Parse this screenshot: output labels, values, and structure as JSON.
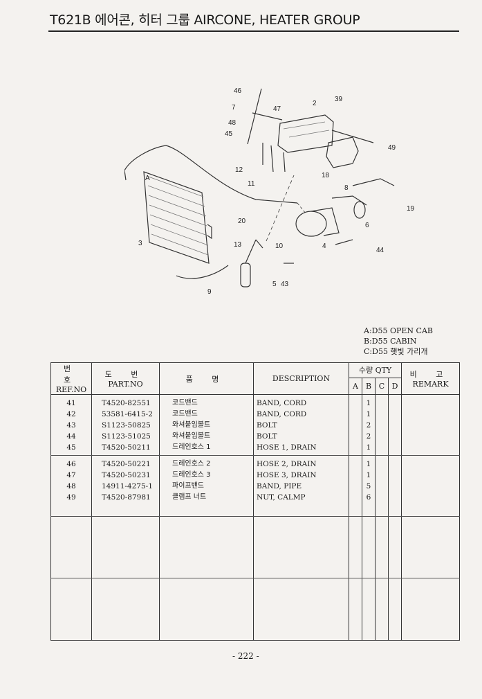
{
  "header": {
    "title": "T621B 에어콘, 히터 그룹 AIRCONE, HEATER GROUP"
  },
  "diagram": {
    "callouts": [
      "46",
      "7",
      "47",
      "48",
      "45",
      "2",
      "39",
      "49",
      "12",
      "18",
      "11",
      "8",
      "19",
      "6",
      "20",
      "3",
      "13",
      "10",
      "4",
      "44",
      "5",
      "43",
      "9",
      "A"
    ]
  },
  "legend": {
    "lines": [
      "A:D55 OPEN CAB",
      "B:D55 CABIN",
      "C:D55 햇빛 가리개"
    ]
  },
  "table": {
    "headers": {
      "ref_ko": "번 호",
      "ref_en": "REF.NO",
      "part_ko": "도 번",
      "part_en": "PART.NO",
      "name_ko": "품 명",
      "desc": "DESCRIPTION",
      "qty": "수량 QTY",
      "qty_cols": [
        "A",
        "B",
        "C",
        "D"
      ],
      "remark_ko": "비 고",
      "remark_en": "REMARK"
    },
    "group1": {
      "ref": [
        "41",
        "42",
        "43",
        "44",
        "45"
      ],
      "part": [
        "T4520-82551",
        "53581-6415-2",
        "S1123-50825",
        "S1123-51025",
        "T4520-50211"
      ],
      "name_ko": [
        "코드밴드",
        "코드밴드",
        "와셔붙임볼트",
        "와셔붙임볼트",
        "드레인호스 1"
      ],
      "desc": [
        "BAND, CORD",
        "BAND, CORD",
        "BOLT",
        "BOLT",
        "HOSE 1, DRAIN"
      ],
      "qty_b": [
        "1",
        "1",
        "2",
        "2",
        "1"
      ]
    },
    "group2": {
      "ref": [
        "46",
        "47",
        "48",
        "49"
      ],
      "part": [
        "T4520-50221",
        "T4520-50231",
        "14911-4275-1",
        "T4520-87981"
      ],
      "name_ko": [
        "드레인호스 2",
        "드레인호스 3",
        "파이프밴드",
        "클램프 너트"
      ],
      "desc": [
        "HOSE 2, DRAIN",
        "HOSE 3, DRAIN",
        "BAND, PIPE",
        "NUT, CALMP"
      ],
      "qty_b": [
        "1",
        "1",
        "5",
        "6"
      ]
    }
  },
  "footer": {
    "page": "- 222 -"
  }
}
